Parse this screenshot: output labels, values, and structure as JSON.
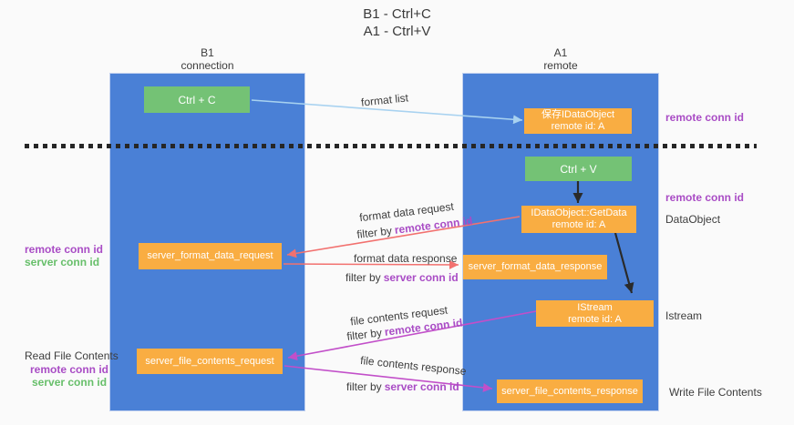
{
  "title": {
    "line1": "B1 - Ctrl+C",
    "line2": "A1 - Ctrl+V"
  },
  "lifelines": {
    "b1": {
      "name": "B1",
      "role": "connection"
    },
    "a1": {
      "name": "A1",
      "role": "remote"
    }
  },
  "nodes": {
    "ctrl_c": "Ctrl + C",
    "save_idataobject": {
      "line1": "保存IDataObject",
      "line2": "remote id: A"
    },
    "ctrl_v": "Ctrl + V",
    "getdata": {
      "line1": "IDataObject::GetData",
      "line2": "remote id: A"
    },
    "format_request": "server_format_data_request",
    "format_response": "server_format_data_response",
    "istream": {
      "line1": "IStream",
      "line2": "remote id: A"
    },
    "file_request": "server_file_contents_request",
    "file_response": "server_file_contents_response"
  },
  "annotations": {
    "remote_conn_id": "remote conn id",
    "server_conn_id": "server conn id",
    "dataobject": "DataObject",
    "istream": "Istream",
    "read_file_contents": "Read File Contents",
    "write_file_contents": "Write File Contents"
  },
  "arrow_labels": {
    "format_list": "format list",
    "format_data_request": "format data request",
    "format_data_response": "format data response",
    "file_contents_request": "file contents request",
    "file_contents_response": "file contents response",
    "filter_by": "filter by"
  },
  "colors": {
    "lifeline_blue": "#4a80d6",
    "box_green": "#74c275",
    "box_orange": "#f9ad42",
    "arrow_blue": "#a8d2f0",
    "arrow_black": "#2a2a2a",
    "arrow_red": "#f2716f",
    "arrow_magenta": "#c24fc9",
    "text_purple": "#a94cc5",
    "text_green": "#67bf6a"
  }
}
